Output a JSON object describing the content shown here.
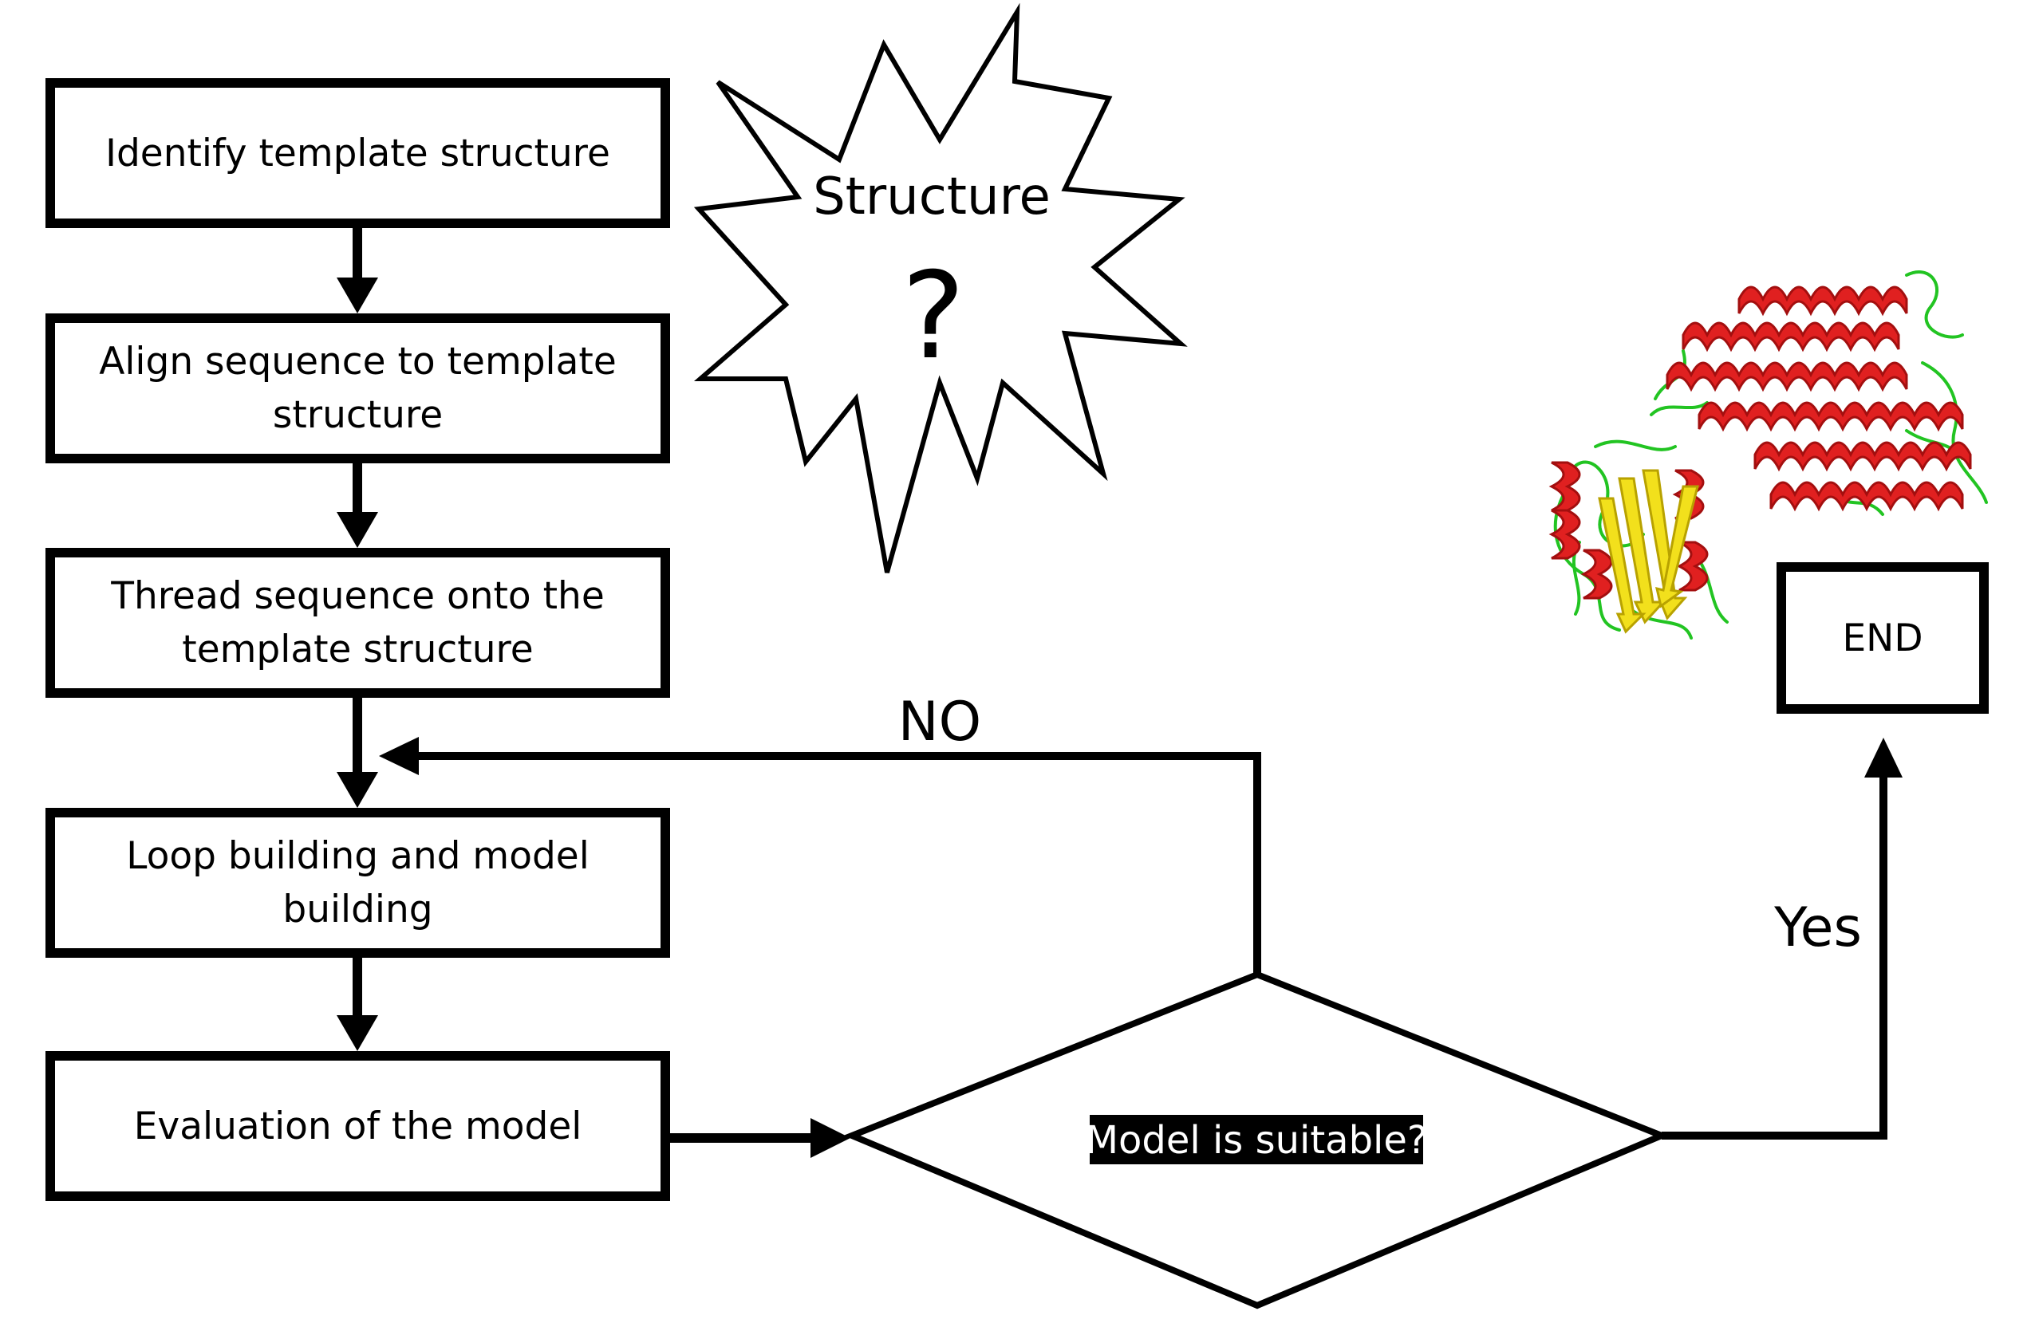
{
  "steps": [
    {
      "label": "Identify template structure"
    },
    {
      "label": "Align sequence to template structure"
    },
    {
      "label": "Thread sequence onto the template structure"
    },
    {
      "label": "Loop building and model building"
    },
    {
      "label": "Evaluation of the model"
    }
  ],
  "decision": {
    "label": "Model is suitable?"
  },
  "end": {
    "label": "END"
  },
  "branches": {
    "no_label": "NO",
    "yes_label": "Yes"
  },
  "burst": {
    "label": "Structure",
    "mark": "?"
  },
  "colors": {
    "stroke": "#000000",
    "helix": "#e02020",
    "helix_dark": "#a30f0f",
    "strand": "#f2e01c",
    "strand_dark": "#b8a200",
    "coil": "#22c422"
  },
  "icons": {
    "protein": "protein-structure-icon",
    "burst": "starburst-icon"
  }
}
